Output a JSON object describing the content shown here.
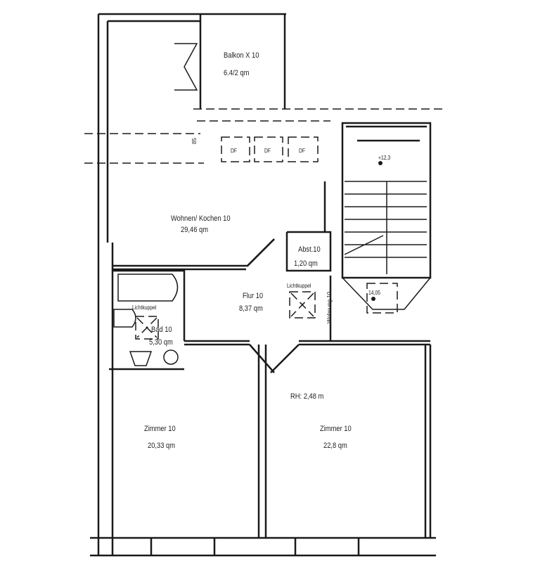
{
  "rooms": {
    "balkon": {
      "name": "Balkon X 10",
      "area": "6.4/2 qm"
    },
    "wohnen": {
      "name": "Wohnen/ Kochen 10",
      "area": "29,46 qm"
    },
    "abst": {
      "name": "Abst.10",
      "area": "1,20 qm"
    },
    "flur": {
      "name": "Flur 10",
      "area": "8,37 qm"
    },
    "bad": {
      "name": "Bad 10",
      "area": "5,30 qm"
    },
    "zimmer1": {
      "name": "Zimmer 10",
      "area": "20,33 qm"
    },
    "zimmer2": {
      "name": "Zimmer 10",
      "area": "22,8 qm"
    }
  },
  "annotations": {
    "dim_85": "85",
    "df": "DF",
    "lichtkuppel": "Lichtkuppel",
    "wohnung": "Wohnung 10",
    "level_top": "+12,3",
    "level_landing": "14,05",
    "room_height": "RH: 2,48 m"
  },
  "colors": {
    "line": "#1a1a1a",
    "background": "#ffffff"
  }
}
